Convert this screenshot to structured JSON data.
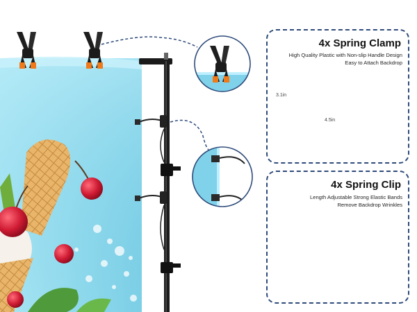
{
  "spring_clamp": {
    "title": "4x Spring Clamp",
    "description_line1": "High Quality Plastic with Non-slip Handle Design",
    "description_line2": "Easy to Attach Backdrop",
    "height_dim": "3.1in",
    "width_dim": "4.5in",
    "icon": "spring-clamp-icon"
  },
  "spring_clip": {
    "title": "4x Spring Clip",
    "description_line1": "Length Adjustable Strong Elastic Bands",
    "description_line2": "Remove Backdrop Wrinkles",
    "icon": "spring-clip-icon"
  },
  "colors": {
    "card_border": "#2e4a7a",
    "backdrop": "#8fd6ea",
    "accent_orange": "#f07a1a",
    "arrow_blue": "#1f4e8c"
  }
}
